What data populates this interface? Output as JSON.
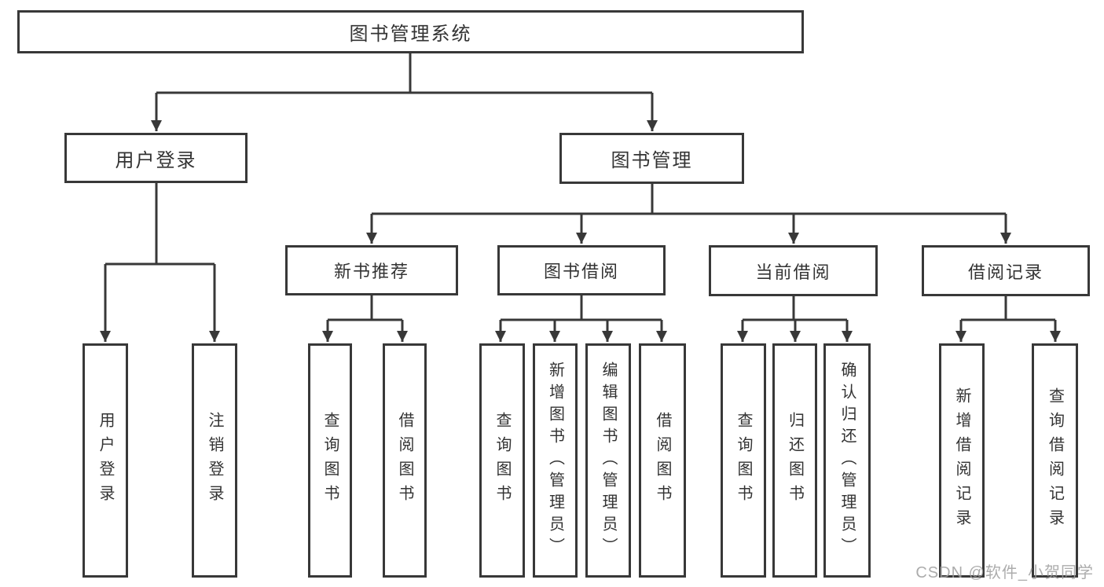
{
  "nodes": {
    "root": "图书管理系统",
    "user_login": "用户登录",
    "book_mgmt": "图书管理",
    "new_book_rec": "新书推荐",
    "book_borrow": "图书借阅",
    "current_borrow": "当前借阅",
    "borrow_record": "借阅记录",
    "leaves": [
      "用户登录",
      "注销登录",
      "查询图书",
      "借阅图书",
      "查询图书",
      "新增图书（管理员）",
      "编辑图书（管理员）",
      "借阅图书",
      "查询图书",
      "归还图书",
      "确认归还（管理员）",
      "新增借阅记录",
      "查询借阅记录"
    ]
  },
  "hierarchy": {
    "图书管理系统": {
      "用户登录": [
        "用户登录",
        "注销登录"
      ],
      "图书管理": {
        "新书推荐": [
          "查询图书",
          "借阅图书"
        ],
        "图书借阅": [
          "查询图书",
          "新增图书（管理员）",
          "编辑图书（管理员）",
          "借阅图书"
        ],
        "当前借阅": [
          "查询图书",
          "归还图书",
          "确认归还（管理员）"
        ],
        "借阅记录": [
          "新增借阅记录",
          "查询借阅记录"
        ]
      }
    }
  },
  "watermark": "CSDN @软件_小贺同学",
  "colors": {
    "line": "#383838",
    "text": "#333333",
    "box_fill": "#ffffff",
    "watermark": "#9e9e9e"
  }
}
